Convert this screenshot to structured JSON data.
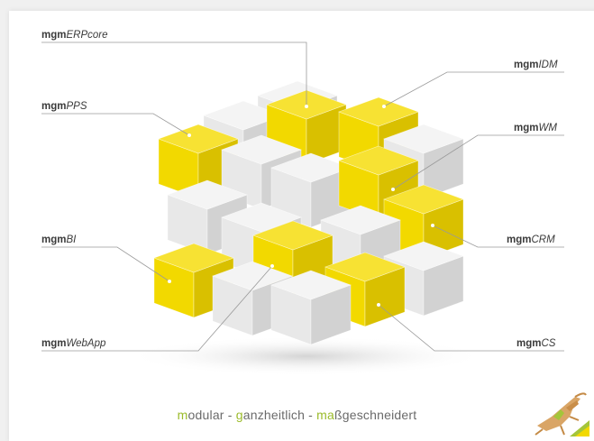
{
  "labels": {
    "erpcore": {
      "brand": "mgm",
      "product": "ERPcore"
    },
    "idm": {
      "brand": "mgm",
      "product": "IDM"
    },
    "pps": {
      "brand": "mgm",
      "product": "PPS"
    },
    "wm": {
      "brand": "mgm",
      "product": "WM"
    },
    "bi": {
      "brand": "mgm",
      "product": "BI"
    },
    "crm": {
      "brand": "mgm",
      "product": "CRM"
    },
    "webapp": {
      "brand": "mgm",
      "product": "WebApp"
    },
    "cs": {
      "brand": "mgm",
      "product": "CS"
    }
  },
  "tagline": {
    "w1_first": "m",
    "w1_rest": "odular",
    "sep1": " - ",
    "w2_first": "g",
    "w2_rest": "anzheitlich",
    "sep2": " - ",
    "w3_first": "ma",
    "w3_rest": "ßgeschneidert"
  },
  "colors": {
    "accent_green": "#9bbb2a",
    "cube_yellow": "#f2d900",
    "cube_grey": "#e6e6e6",
    "text": "#3a3a3a"
  },
  "icons": {
    "logo": "lizard-logo-icon"
  }
}
